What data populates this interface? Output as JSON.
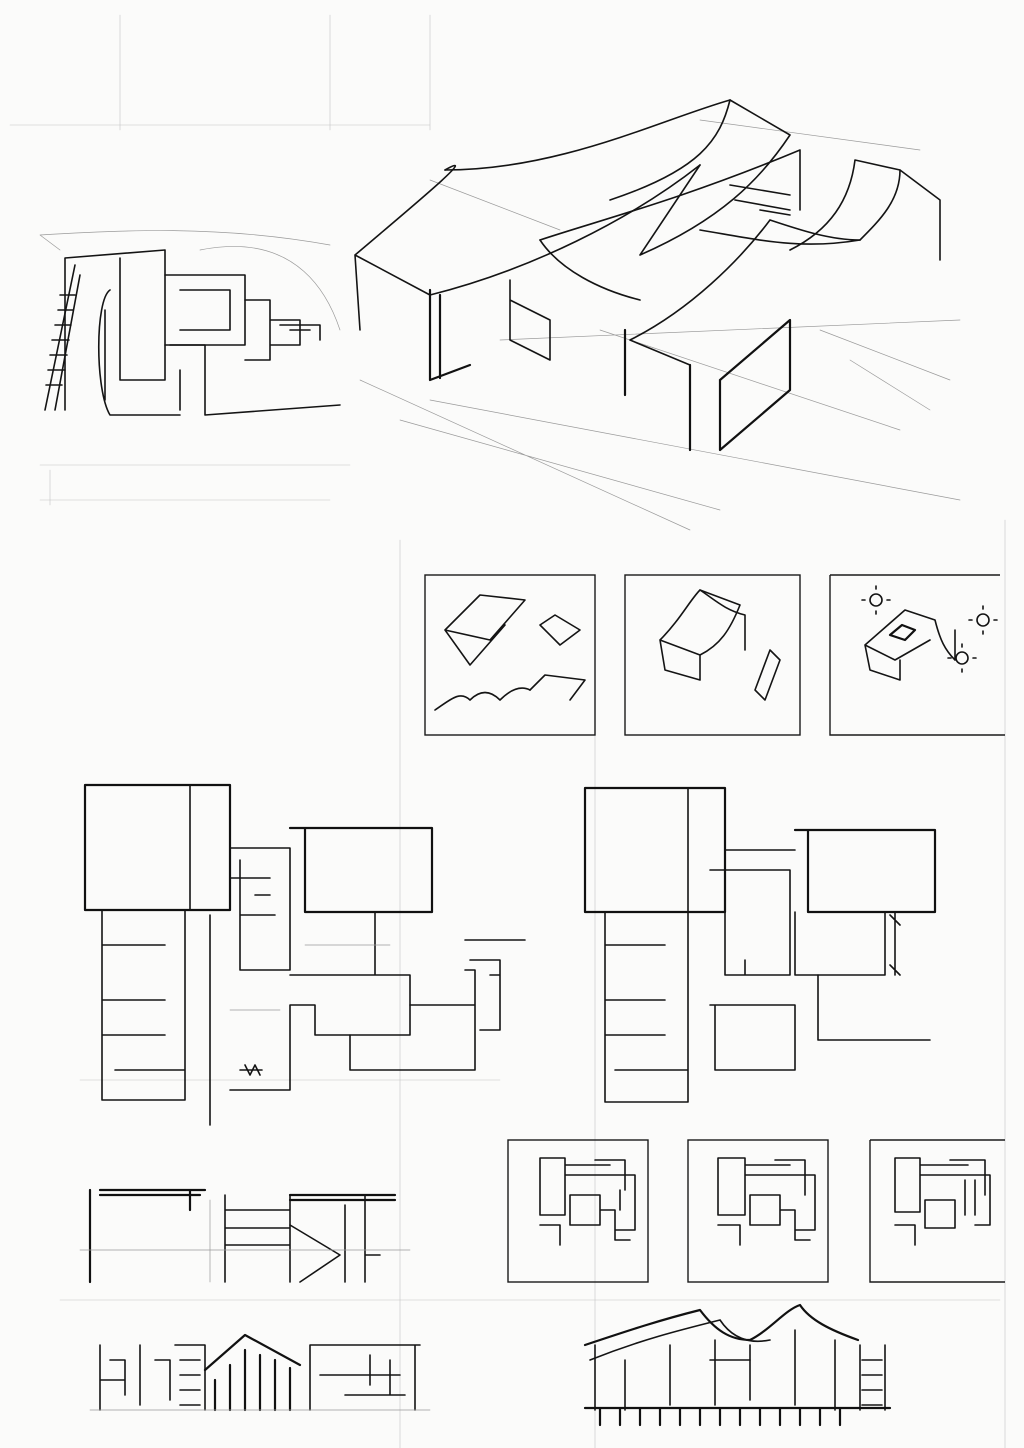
{
  "sheet": {
    "paper_color": "#fbfbfa",
    "ink_color": "#141414",
    "pencil_color": "#9a9a9a",
    "text_labels": []
  },
  "drawings": {
    "site_plan_sketch": "site-plan",
    "axonometric": "axonometric-view",
    "concept_diagrams": [
      "concept-step-1",
      "concept-step-2",
      "concept-step-3-sun"
    ],
    "floor_plans": [
      "floor-plan-left",
      "floor-plan-right"
    ],
    "plan_variations": [
      "plan-variation-1",
      "plan-variation-2",
      "plan-variation-3"
    ],
    "sections": [
      "section-upper",
      "section-lower-left",
      "elevation-lower-right"
    ],
    "icons": [
      "sun-icon",
      "sun-icon",
      "sun-icon"
    ]
  }
}
